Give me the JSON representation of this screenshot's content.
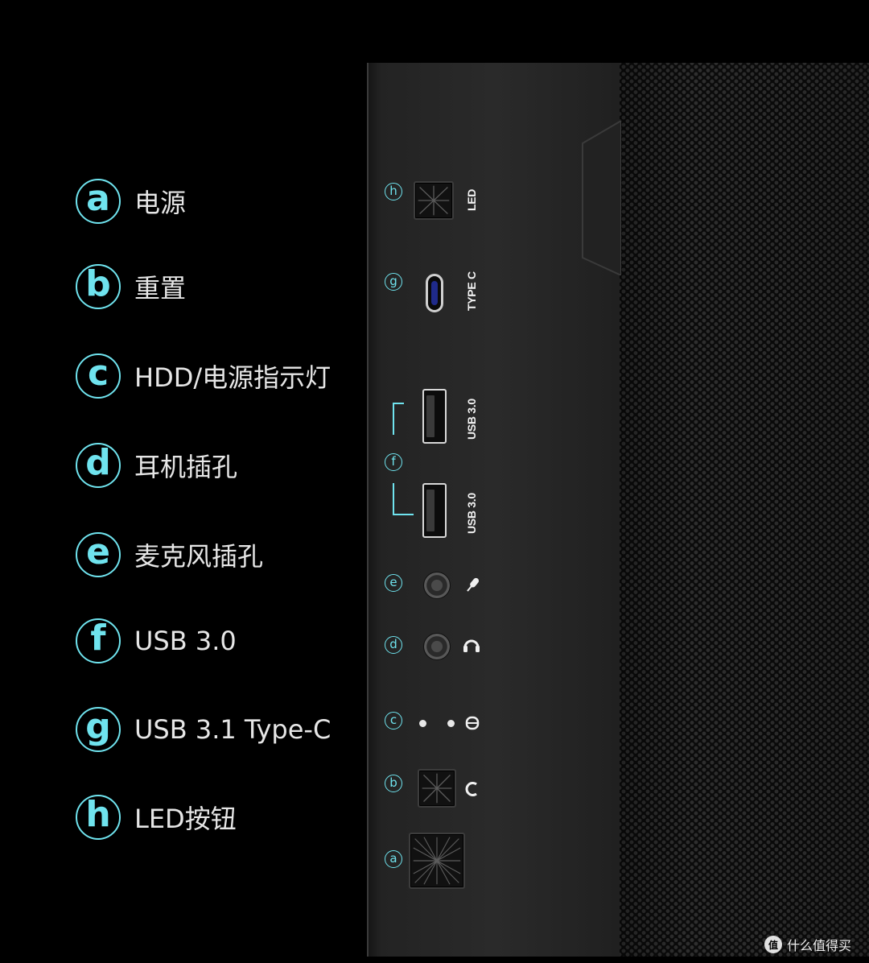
{
  "legend": [
    {
      "letter": "a",
      "label": "电源"
    },
    {
      "letter": "b",
      "label": "重置"
    },
    {
      "letter": "c",
      "label": "HDD/电源指示灯"
    },
    {
      "letter": "d",
      "label": "耳机插孔"
    },
    {
      "letter": "e",
      "label": "麦克风插孔"
    },
    {
      "letter": "f",
      "label": "USB 3.0"
    },
    {
      "letter": "g",
      "label": "USB 3.1 Type-C"
    },
    {
      "letter": "h",
      "label": "LED按钮"
    }
  ],
  "panel": {
    "markers": {
      "h": "h",
      "g": "g",
      "f": "f",
      "e": "e",
      "d": "d",
      "c": "c",
      "b": "b",
      "a": "a"
    },
    "labels": {
      "led": "LED",
      "type_c": "TYPE C",
      "usb_top": "USB 3.0",
      "usb_bottom": "USB 3.0"
    }
  },
  "colors": {
    "accent": "#6fe3ee",
    "background": "#000000",
    "panel": "#2a2a2a"
  },
  "watermark": {
    "icon": "值",
    "text": "什么值得买"
  }
}
